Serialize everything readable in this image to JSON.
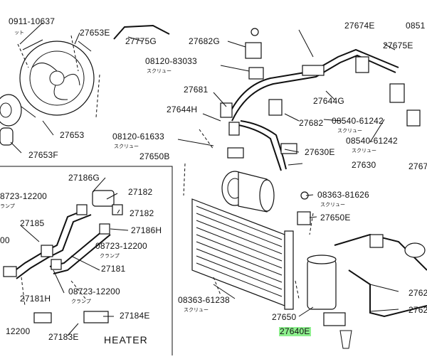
{
  "labels": {
    "p1": "0911-10637",
    "p2": "27653E",
    "p3": "27775G",
    "p4": "27682G",
    "p5": "27674E",
    "p6": "0851",
    "p7": "27675E",
    "p8": "08120-83033",
    "p9": "27681",
    "p10": "27644H",
    "p11": "27644G",
    "p12": "27682",
    "p13": "08540-61242",
    "p14": "08540-61242",
    "p15": "2767",
    "p16": "27653",
    "p17": "27653F",
    "p18": "08120-61633",
    "p19": "27650B",
    "p20": "27630E",
    "p21": "27630",
    "p22": "27186G",
    "p23": "27182",
    "p24": "8723-12200",
    "p25": "27182",
    "p26": "27185",
    "p27": "27186H",
    "p28": "08723-12200",
    "p29": "00",
    "p30": "27181",
    "p31": "08723-12200",
    "p32": "27181H",
    "p33": "27184E",
    "p34": "12200",
    "p35": "27183E",
    "p36": "08363-81626",
    "p37": "27650E",
    "p38": "08363-61238",
    "p39": "27650",
    "p40": "27640E",
    "p41": "2762",
    "p42": "2762",
    "heater": "HEATER"
  },
  "sublabels": {
    "s1": "ット",
    "s2": "スクリュー",
    "s3": "スクリュー",
    "s4": "スクリュー",
    "s5": "スクリュー",
    "s6": "ランプ",
    "s7": "クランプ",
    "s8": "クランプ",
    "s9": "スクリュー",
    "s10": "スクリュー"
  },
  "highlight_color": "#8ef08e"
}
